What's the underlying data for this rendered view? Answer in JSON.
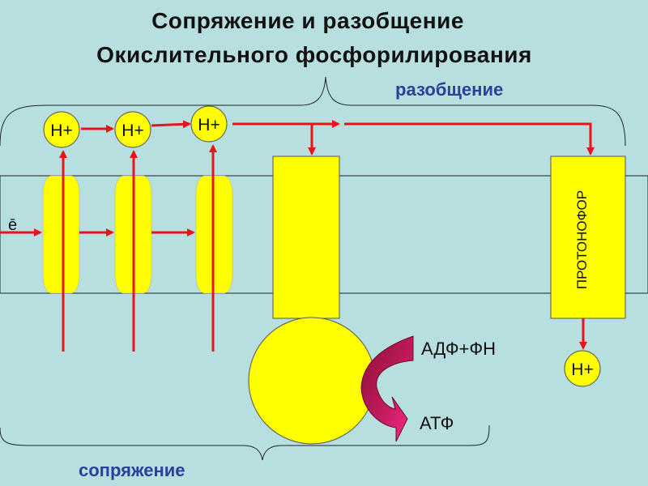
{
  "title": {
    "line1": "Сопряжение и разобщение",
    "line2": "Окислительного фосфорилирования"
  },
  "labels": {
    "uncoupling": "разобщение",
    "coupling": "сопряжение",
    "electron": "ē",
    "protonophore": "ПРОТОНОФОР",
    "adp_pi": "АДФ+ФН",
    "atp": "АТФ"
  },
  "protons": {
    "h1": "Н+",
    "h2": "Н+",
    "h3": "Н+",
    "h_out": "Н+"
  },
  "colors": {
    "background": "#b8dfe0",
    "membrane": "#b8dfe0",
    "carrier_yellow": "#ffff00",
    "arrow_red": "#e8141c",
    "curved_arrow_start": "#8b1038",
    "curved_arrow_end": "#ff2a8c",
    "label_blue": "#2b3f9c"
  }
}
